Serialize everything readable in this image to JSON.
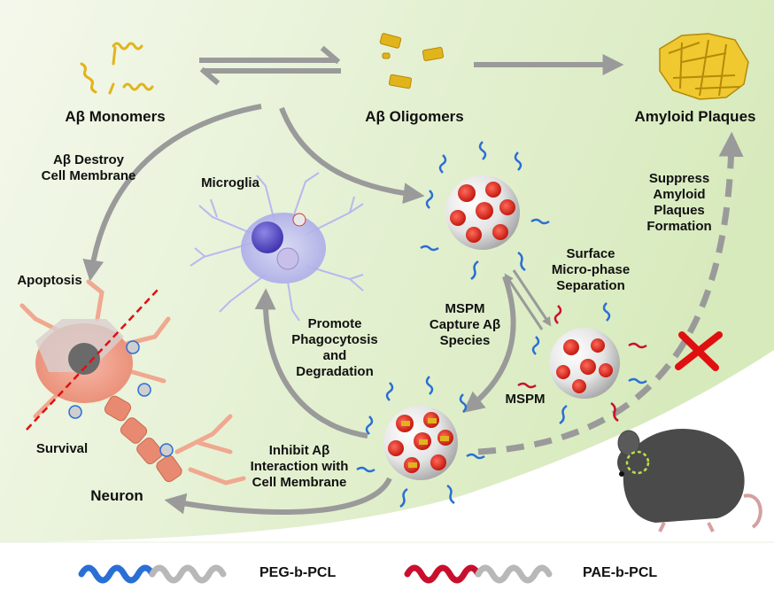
{
  "labels": {
    "monomers": "Aβ Monomers",
    "oligomers": "Aβ Oligomers",
    "plaques": "Amyloid Plaques",
    "destroy": "Aβ Destroy\nCell Membrane",
    "microglia": "Microglia",
    "suppress": "Suppress\nAmyloid\nPlaques\nFormation",
    "surface": "Surface\nMicro-phase\nSeparation",
    "apoptosis": "Apoptosis",
    "capture": "MSPM\nCapture Aβ\nSpecies",
    "promote": "Promote\nPhagocytosis\nand\nDegradation",
    "mspm": "MSPM",
    "survival": "Survival",
    "inhibit": "Inhibit Aβ\nInteraction with\nCell Membrane",
    "neuron": "Neuron"
  },
  "legend": {
    "peg": "PEG-b-PCL",
    "pae": "PAE-b-PCL"
  },
  "colors": {
    "background_green": "#d9ebbd",
    "arrow_gray": "#9a9a9a",
    "peg_blue": "#2a6fd6",
    "pae_red": "#c8102e",
    "pcl_gray": "#b8b8b8",
    "amyloid_gold": "#e2b41c",
    "cross_red": "#e01010"
  },
  "icons": [
    "monomer-icon",
    "oligomer-icon",
    "plaque-icon",
    "micelle-icon",
    "microglia-icon",
    "neuron-icon",
    "mouse-icon",
    "cross-icon"
  ]
}
